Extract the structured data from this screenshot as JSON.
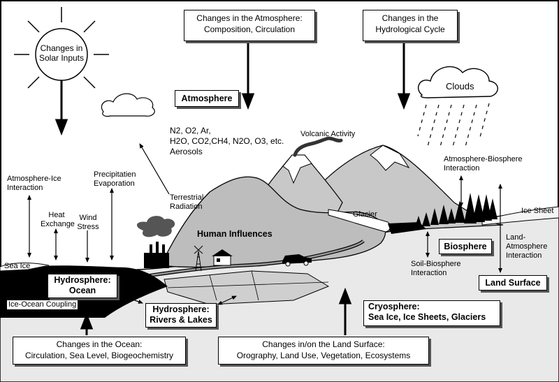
{
  "top_boxes": {
    "atmosphere_changes": [
      "Changes in the Atmosphere:",
      "Composition, Circulation"
    ],
    "hydrological_changes": [
      "Changes in the",
      "Hydrological Cycle"
    ]
  },
  "sun": [
    "Changes in",
    "Solar Inputs"
  ],
  "labels": {
    "atmosphere": "Atmosphere",
    "clouds": "Clouds",
    "gases": [
      "N2, O2, Ar,",
      "H2O, CO2,CH4, N2O, O3, etc."
    ],
    "aerosols": "Aerosols",
    "volcanic_activity": "Volcanic Activity",
    "atm_biosphere": [
      "Atmosphere-Biosphere",
      "Interaction"
    ],
    "atm_ice": [
      "Atmosphere-Ice",
      "Interaction"
    ],
    "heat_exchange": [
      "Heat",
      "Exchange"
    ],
    "wind_stress": [
      "Wind",
      "Stress"
    ],
    "precip_evap": [
      "Precipitatien",
      "Evaporation"
    ],
    "terrestrial_radiation": [
      "Terrestrial",
      "Radiation"
    ],
    "glacier": "Glacier",
    "ice_sheet": "Ice Sheet",
    "human_influences": "Human Influences",
    "sea_ice": "Sea Ice",
    "soil_biosphere": [
      "Soil-Biosphere",
      "Interaction"
    ],
    "land_atm": [
      "Land-",
      "Atmosphere",
      "Interaction"
    ],
    "ice_ocean": "Ice-Ocean Coupling"
  },
  "boxes": {
    "hydro_ocean": [
      "Hydrosphere:",
      "Ocean"
    ],
    "hydro_rivers": [
      "Hydrosphere:",
      "Rivers & Lakes"
    ],
    "biosphere": "Biosphere",
    "land_surface": "Land Surface",
    "cryosphere": [
      "Cryosphere:",
      "Sea Ice, Ice Sheets, Glaciers"
    ],
    "ocean_changes": [
      "Changes in the Ocean:",
      "Circulation, Sea Level, Biogeochemistry"
    ],
    "land_changes": [
      "Changes in/on the Land Surface:",
      "Orography, Land Use, Vegetation, Ecosystems"
    ]
  }
}
